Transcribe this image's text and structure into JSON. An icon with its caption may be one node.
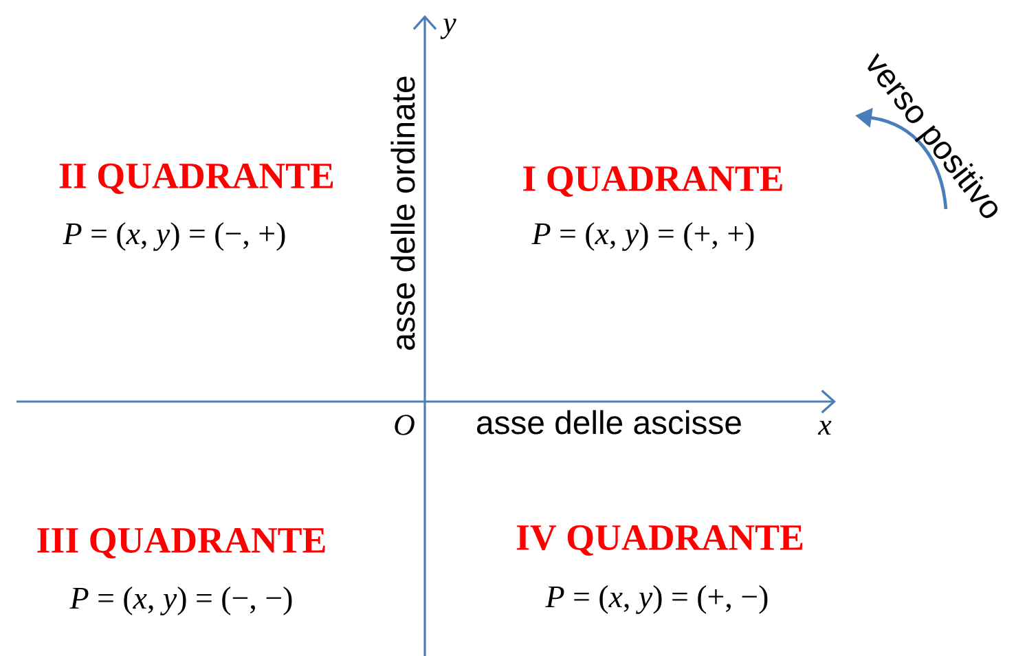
{
  "diagram": {
    "labels": [
      "y",
      "verso positivo",
      "II QUADRANTE",
      "I QUADRANTE",
      "*P* = (*x*, *y*) = (−, +)",
      "*P* = (*x*, *y*) = (+, +)",
      "asse delle ordinate",
      "O",
      "asse delle ascisse",
      "x",
      "III QUADRANTE",
      "IV QUADRANTE",
      "*P* = (*x*, *y*) = (−, −)",
      "*P* = (*x*, *y*) = (+, −)"
    ]
  }
}
